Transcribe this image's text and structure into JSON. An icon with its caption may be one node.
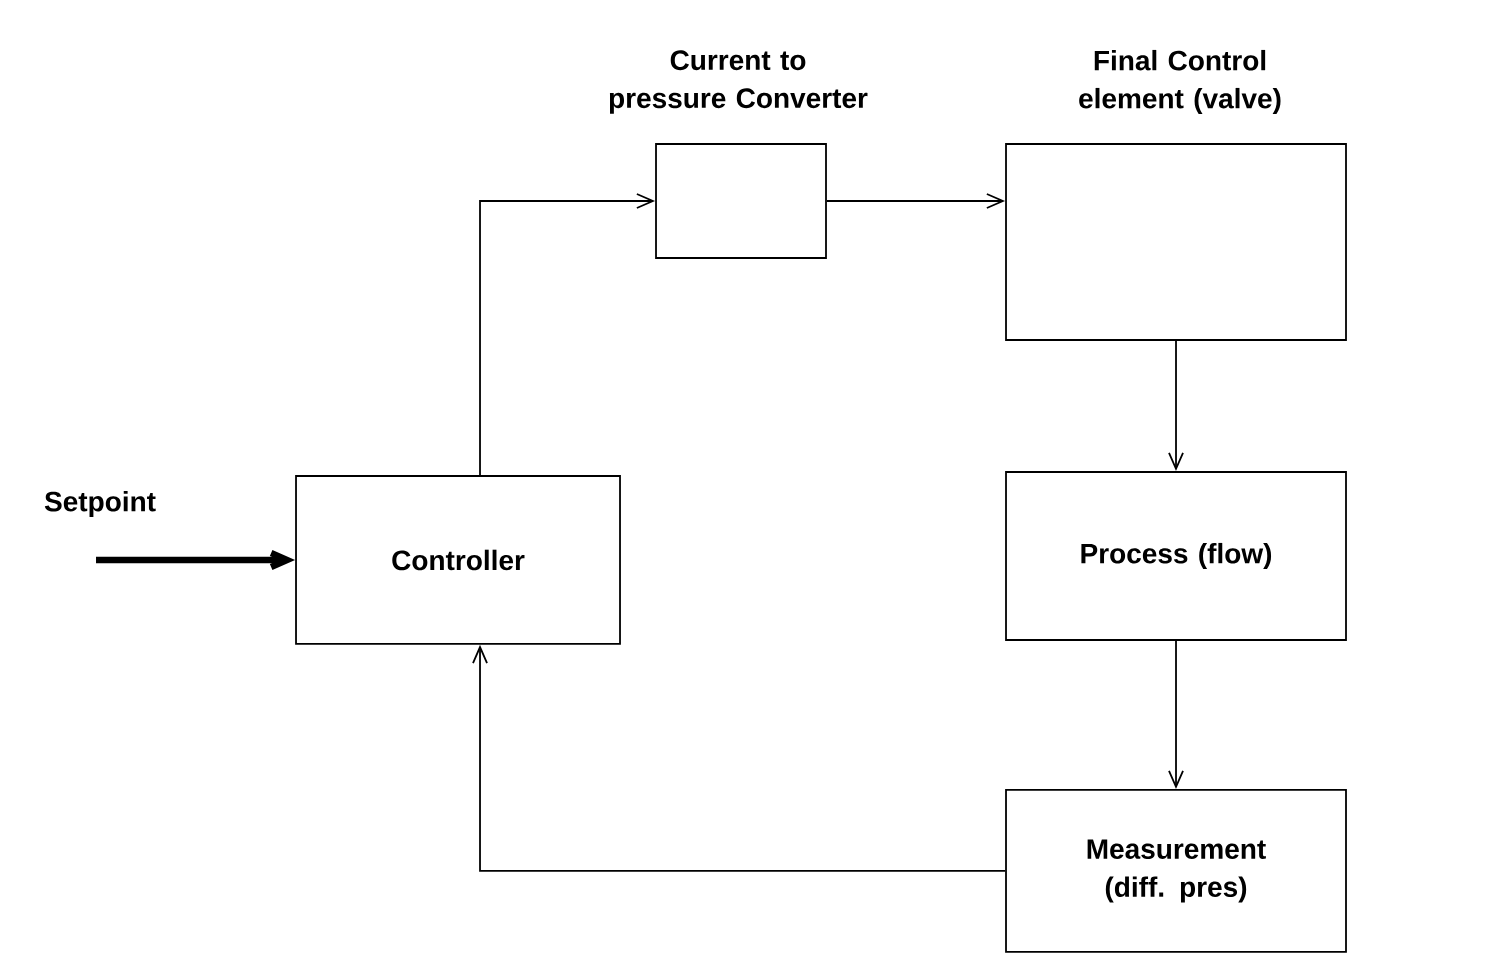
{
  "diagram": {
    "nodes": [
      {
        "text": [
          "Setpoint"
        ]
      },
      {
        "text": [
          "Controller"
        ]
      },
      {
        "text": [
          "Current to pressure Converter"
        ]
      },
      {
        "text": [
          "Final Control element (valve)"
        ]
      },
      {
        "text": [
          "Process (flow)"
        ]
      },
      {
        "text": [
          "Measurement (diff. pres)"
        ]
      }
    ],
    "edges": [
      {
        "from": 0,
        "to": 1,
        "arrow": "to",
        "style": "thick"
      },
      {
        "from": 1,
        "to": 2,
        "arrow": "to"
      },
      {
        "from": 2,
        "to": 3,
        "arrow": "to"
      },
      {
        "from": 3,
        "to": 4,
        "arrow": "to"
      },
      {
        "from": 4,
        "to": 5,
        "arrow": "to"
      },
      {
        "from": 5,
        "to": 1,
        "arrow": "to"
      }
    ]
  }
}
